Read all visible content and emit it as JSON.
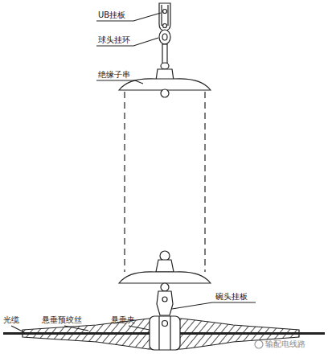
{
  "diagram": {
    "labels": [
      "UB挂板",
      "球头挂环",
      "绝缘子串",
      "碗头挂板",
      "光缆",
      "悬垂预绞丝",
      "悬垂夹",
      "输配电线路"
    ]
  }
}
